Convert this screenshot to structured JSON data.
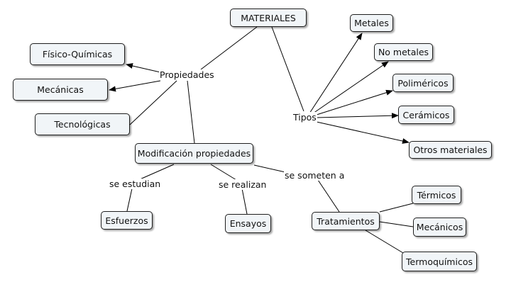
{
  "concepts": {
    "materiales": "MATERIALES",
    "fisico_quimicas": "Físico-Químicas",
    "mecanicas": "Mecánicas",
    "tecnologicas": "Tecnológicas",
    "modificacion": "Modificación propiedades",
    "esfuerzos": "Esfuerzos",
    "ensayos": "Ensayos",
    "tratamientos": "Tratamientos",
    "termicos": "Térmicos",
    "mecanicos": "Mecánicos",
    "termoquimicos": "Termoquímicos",
    "metales": "Metales",
    "no_metales": "No metales",
    "polimericos": "Poliméricos",
    "ceramicos": "Cerámicos",
    "otros": "Otros materiales"
  },
  "linking": {
    "propiedades": "Propiedades",
    "tipos": "Tipos",
    "se_estudian": "se estudian",
    "se_realizan": "se realizan",
    "se_someten_a": "se someten a"
  },
  "colors": {
    "node_fill": "#f1f5f8",
    "node_border": "#1e1e1e",
    "line": "#000000"
  }
}
